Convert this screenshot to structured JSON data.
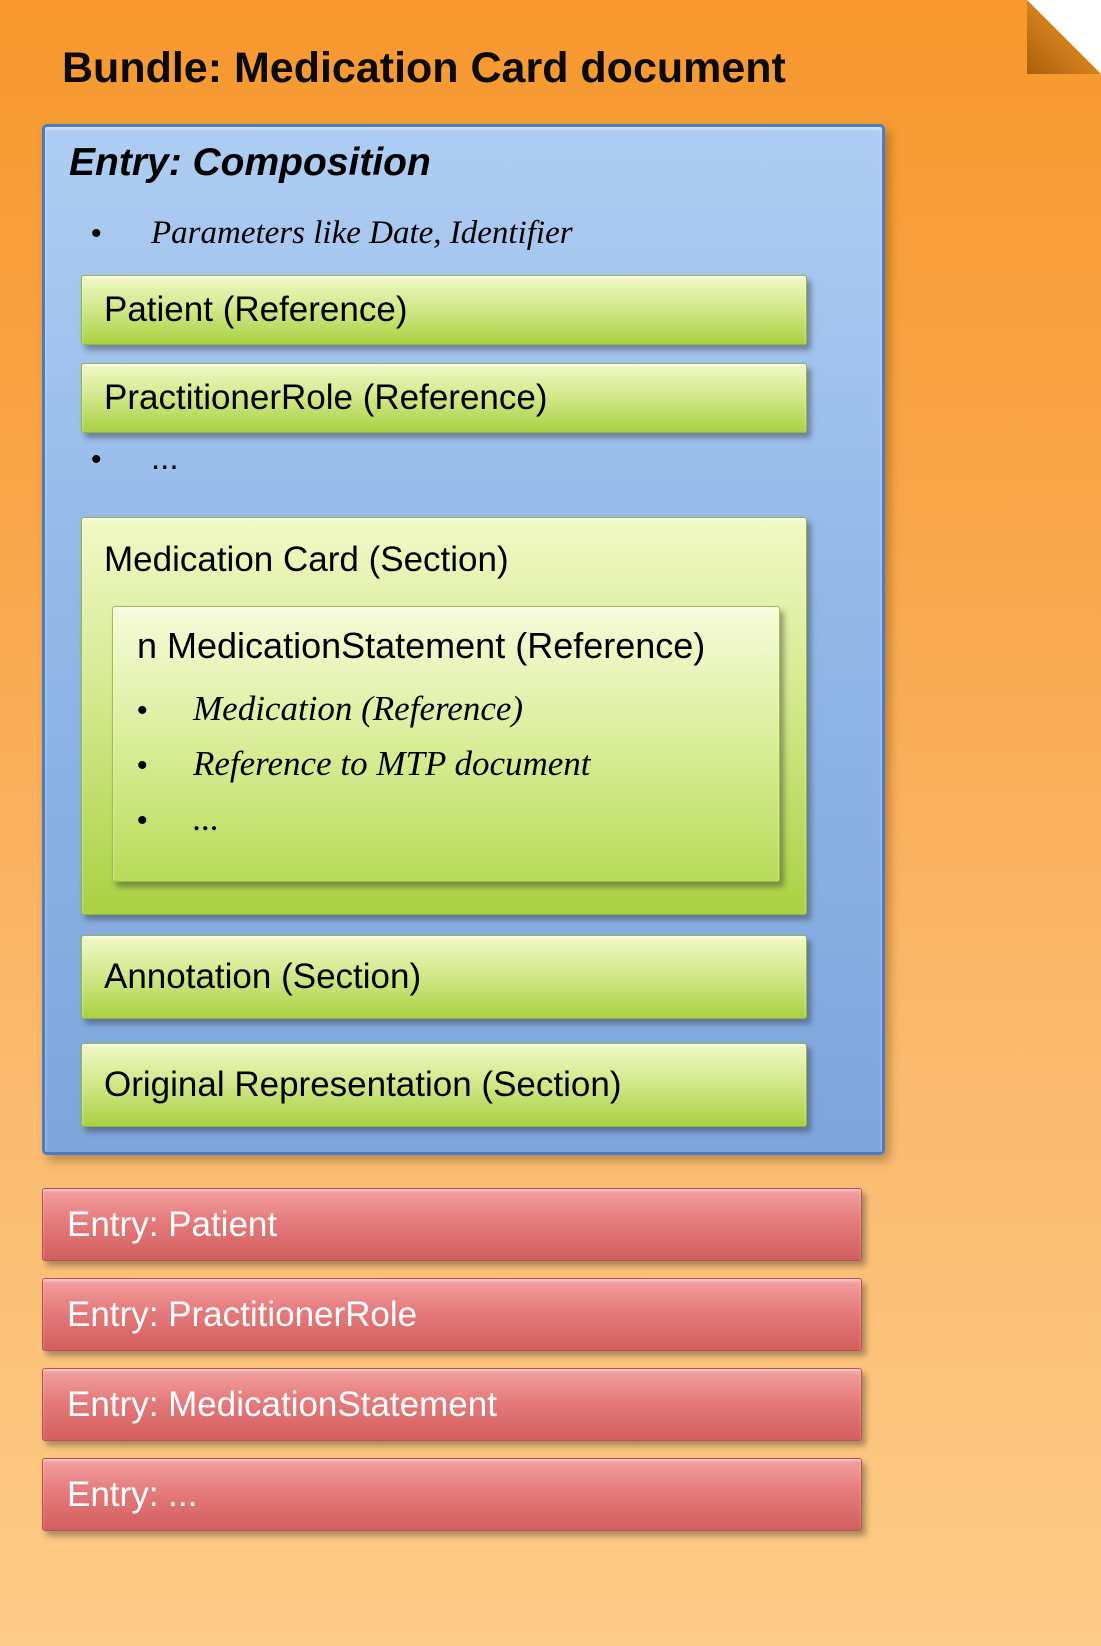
{
  "bundle": {
    "title": "Bundle: Medication Card document"
  },
  "composition": {
    "title": "Entry: Composition",
    "param_bullet": "Parameters like Date, Identifier",
    "patient_box": "Patient (Reference)",
    "practitioner_box": "PractitionerRole (Reference)",
    "ellipsis_bullet": "...",
    "medication_card": {
      "title": "Medication Card (Section)",
      "statement": {
        "title": "n MedicationStatement (Reference)",
        "bullets": [
          "Medication (Reference)",
          "Reference to MTP document",
          "..."
        ]
      }
    },
    "annotation_box": "Annotation (Section)",
    "original_representation_box": "Original Representation (Section)"
  },
  "entries": {
    "patient": "Entry: Patient",
    "practitioner_role": "Entry: PractitionerRole",
    "medication_statement": "Entry: MedicationStatement",
    "more": "Entry: ..."
  },
  "colors": {
    "background_orange": "#F8982E",
    "composition_blue": "#8DB4E2",
    "composition_border_blue": "#4A7CC2",
    "section_green": "#C3E36A",
    "entry_red": "#E06B6B",
    "fold_orange": "#C9741A"
  }
}
